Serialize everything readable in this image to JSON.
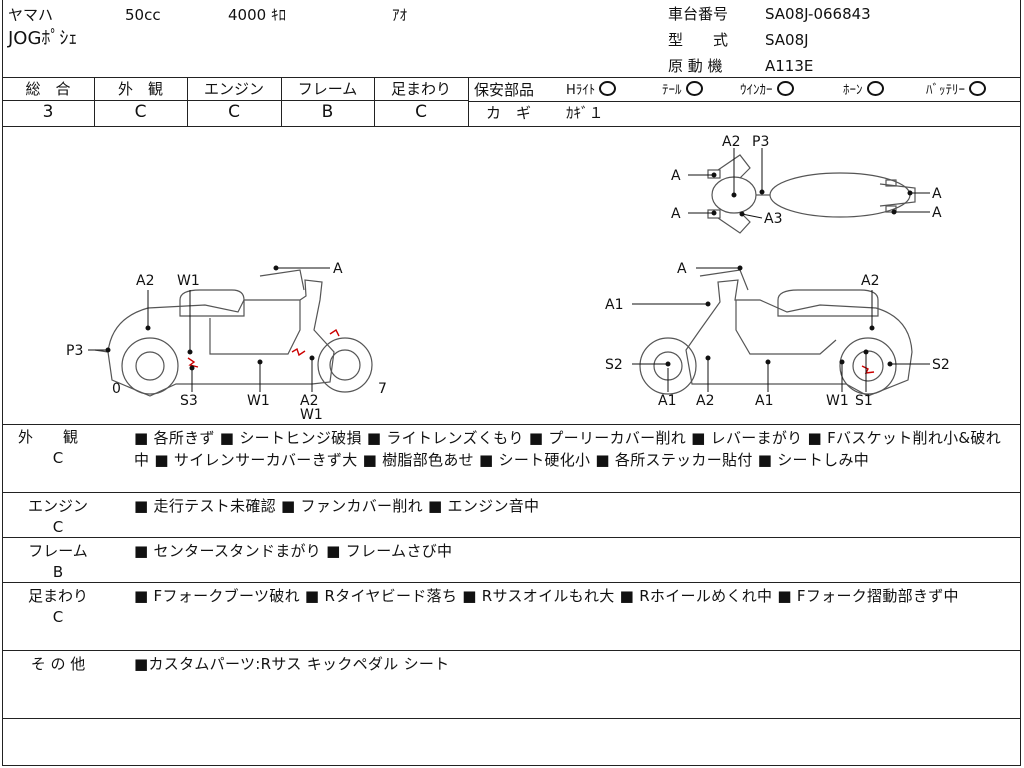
{
  "header": {
    "maker": "ヤマハ",
    "displacement": "50cc",
    "mileage": "4000 ｷﾛ",
    "color": "ｱｵ",
    "model_name": "JOGﾎﾟｼｪ",
    "frame_no_label": "車台番号",
    "frame_no": "SA08J-066843",
    "type_label": "型　　式",
    "type_value": "SA08J",
    "engine_label": "原 動 機",
    "engine_value": "A113E"
  },
  "grades": [
    {
      "label": "総　合",
      "value": "3"
    },
    {
      "label": "外　観",
      "value": "C"
    },
    {
      "label": "エンジン",
      "value": "C"
    },
    {
      "label": "フレーム",
      "value": "B"
    },
    {
      "label": "足まわり",
      "value": "C"
    }
  ],
  "safety": {
    "label": "保安部品",
    "items": [
      "Hﾗｲﾄ",
      "ﾃｰﾙ",
      "ｳｲﾝｶｰ",
      "ﾎｰﾝ",
      "ﾊﾞｯﾃﾘｰ"
    ],
    "key_label": "カ　ギ",
    "key_value": "ｶｷﾞ１"
  },
  "diagram": {
    "left_labels": [
      "A2",
      "W1",
      "A",
      "P3",
      "0",
      "S3",
      "W1",
      "A2",
      "W1",
      "7"
    ],
    "right_labels": [
      "A",
      "A2",
      "A1",
      "S2",
      "A1",
      "A2",
      "A1",
      "W1",
      "S1",
      "S2"
    ],
    "top_labels": [
      "A2",
      "P3",
      "A",
      "A",
      "A3",
      "A",
      "A"
    ]
  },
  "notes": [
    {
      "label": "外　　観",
      "grade": "C",
      "text": "■ 各所きず ■ シートヒンジ破損 ■ ライトレンズくもり ■ プーリーカバー削れ ■ レバーまがり ■ Fバスケット削れ小&破れ中 ■ サイレンサーカバーきず大 ■ 樹脂部色あせ ■ シート硬化小 ■ 各所ステッカー貼付 ■ シートしみ中"
    },
    {
      "label": "エンジン",
      "grade": "C",
      "text": "■ 走行テスト未確認 ■ ファンカバー削れ ■ エンジン音中"
    },
    {
      "label": "フレーム",
      "grade": "B",
      "text": "■ センタースタンドまがり ■ フレームさび中"
    },
    {
      "label": "足まわり",
      "grade": "C",
      "text": "■ Fフォークブーツ破れ ■ Rタイヤビード落ち ■ Rサスオイルもれ大 ■ Rホイールめくれ中 ■ Fフォーク摺動部きず中"
    },
    {
      "label": "そ の 他",
      "grade": "",
      "text": "■カスタムパーツ:Rサス キックペダル シート"
    }
  ]
}
